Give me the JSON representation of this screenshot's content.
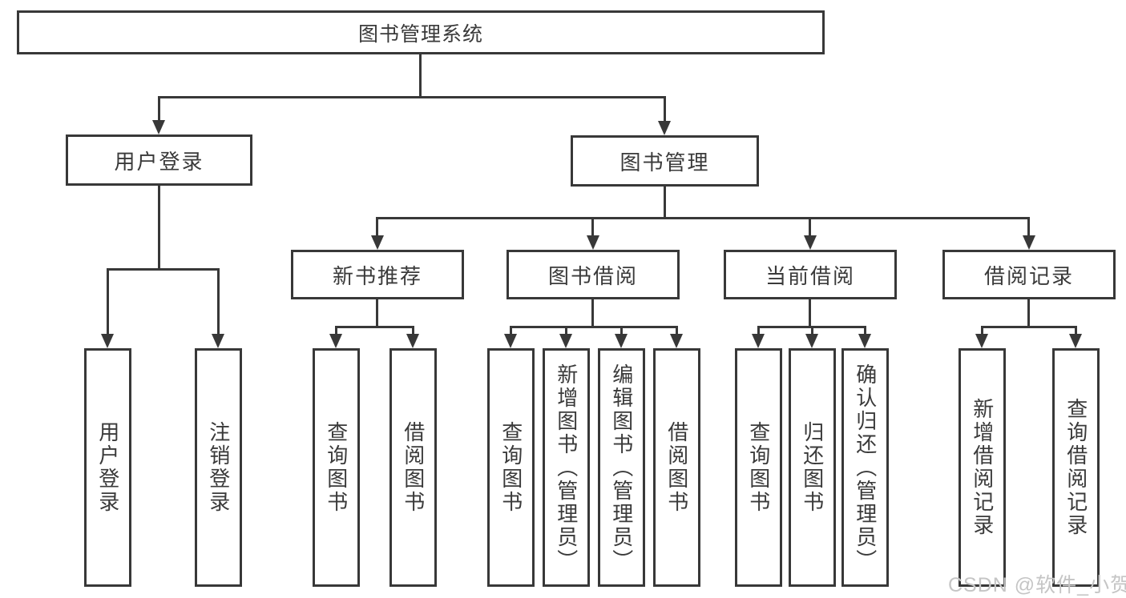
{
  "colors": {
    "line": "#383838",
    "text": "#3a3a3a",
    "box_background": "#ffffff",
    "watermark_text_color": "#c5c5c5"
  },
  "tree": {
    "root": {
      "label": "图书管理系统"
    },
    "branches": [
      {
        "label": "用户登录",
        "children": [
          {
            "label": "用户登录"
          },
          {
            "label": "注销登录"
          }
        ]
      },
      {
        "label": "图书管理",
        "children": [
          {
            "label": "新书推荐",
            "children": [
              {
                "label": "查询图书"
              },
              {
                "label": "借阅图书"
              }
            ]
          },
          {
            "label": "图书借阅",
            "children": [
              {
                "label": "查询图书"
              },
              {
                "label": "新增图书（管理员）"
              },
              {
                "label": "编辑图书（管理员）"
              },
              {
                "label": "借阅图书"
              }
            ]
          },
          {
            "label": "当前借阅",
            "children": [
              {
                "label": "查询图书"
              },
              {
                "label": "归还图书"
              },
              {
                "label": "确认归还（管理员）"
              }
            ]
          },
          {
            "label": "借阅记录",
            "children": [
              {
                "label": "新增借阅记录"
              },
              {
                "label": "查询借阅记录"
              }
            ]
          }
        ]
      }
    ]
  },
  "watermark": {
    "text": "CSDN @软件_小贺同学"
  }
}
